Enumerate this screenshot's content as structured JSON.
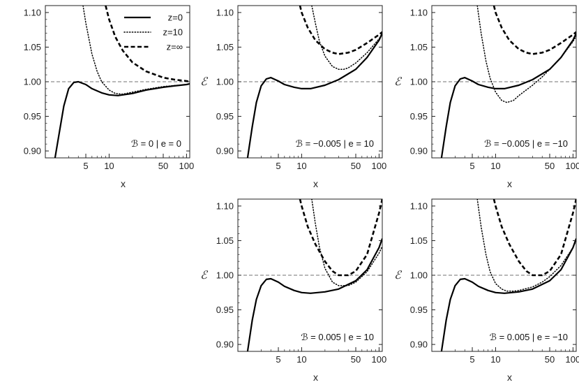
{
  "legend": [
    {
      "label": "z=0",
      "style": "solid"
    },
    {
      "label": "z=10",
      "style": "dotted"
    },
    {
      "label": "z=∞",
      "style": "dashed"
    }
  ],
  "axes": {
    "xlabel": "x",
    "ylabel": "ℰ",
    "x_scale": "log",
    "xlim": [
      1.5,
      110
    ],
    "ylim": [
      0.89,
      1.11
    ],
    "xticks": [
      5,
      10,
      50,
      100
    ],
    "yticks": [
      0.9,
      0.95,
      1.0,
      1.05,
      1.1
    ],
    "ytick_labels": [
      "0.90",
      "0.95",
      "1.00",
      "1.05",
      "1.10"
    ],
    "reference_line": 1.0
  },
  "chart_data": [
    {
      "type": "line",
      "label": "ℬ = 0 | e = 0",
      "series": [
        {
          "name": "z=0",
          "style": "solid",
          "x": [
            2.0,
            2.3,
            2.6,
            3.0,
            3.5,
            4.0,
            5.0,
            6.0,
            8.0,
            10.0,
            13.0,
            20.0,
            30.0,
            50.0,
            70.0,
            100.0,
            110.0
          ],
          "y": [
            0.89,
            0.93,
            0.965,
            0.99,
            0.999,
            1.0,
            0.996,
            0.99,
            0.984,
            0.981,
            0.98,
            0.983,
            0.988,
            0.992,
            0.994,
            0.996,
            0.997
          ]
        },
        {
          "name": "z=10",
          "style": "dotted",
          "x": [
            4.6,
            5.0,
            6.0,
            7.0,
            8.0,
            10.0,
            12.0,
            15.0,
            20.0,
            30.0,
            50.0,
            100.0,
            110.0
          ],
          "y": [
            1.11,
            1.085,
            1.04,
            1.015,
            1.0,
            0.988,
            0.983,
            0.982,
            0.985,
            0.989,
            0.993,
            0.996,
            0.997
          ]
        },
        {
          "name": "z=∞",
          "style": "dashed",
          "x": [
            9.0,
            10.0,
            12.0,
            15.0,
            20.0,
            30.0,
            50.0,
            70.0,
            100.0,
            110.0
          ],
          "y": [
            1.11,
            1.09,
            1.065,
            1.045,
            1.028,
            1.015,
            1.006,
            1.003,
            1.001,
            1.0
          ]
        }
      ]
    },
    {
      "type": "line",
      "label": "ℬ = −0.005 | e = 10",
      "series": [
        {
          "name": "z=0",
          "style": "solid",
          "x": [
            2.0,
            2.3,
            2.6,
            3.0,
            3.5,
            4.0,
            5.0,
            6.0,
            8.0,
            10.0,
            13.0,
            20.0,
            30.0,
            50.0,
            70.0,
            100.0,
            110.0
          ],
          "y": [
            0.89,
            0.935,
            0.97,
            0.994,
            1.004,
            1.006,
            1.001,
            0.996,
            0.992,
            0.99,
            0.99,
            0.995,
            1.003,
            1.018,
            1.035,
            1.06,
            1.07
          ]
        },
        {
          "name": "z=10",
          "style": "dotted",
          "x": [
            13.5,
            15.0,
            17.0,
            20.0,
            25.0,
            30.0,
            35.0,
            40.0,
            50.0,
            70.0,
            100.0,
            110.0
          ],
          "y": [
            1.11,
            1.085,
            1.058,
            1.037,
            1.022,
            1.018,
            1.018,
            1.02,
            1.027,
            1.042,
            1.062,
            1.07
          ]
        },
        {
          "name": "z=∞",
          "style": "dashed",
          "x": [
            9.5,
            10.0,
            12.0,
            15.0,
            20.0,
            25.0,
            30.0,
            40.0,
            50.0,
            70.0,
            100.0,
            110.0
          ],
          "y": [
            1.11,
            1.1,
            1.078,
            1.06,
            1.047,
            1.042,
            1.04,
            1.042,
            1.046,
            1.056,
            1.068,
            1.072
          ]
        }
      ]
    },
    {
      "type": "line",
      "label": "ℬ = −0.005 | e = −10",
      "series": [
        {
          "name": "z=0",
          "style": "solid",
          "x": [
            2.0,
            2.3,
            2.6,
            3.0,
            3.5,
            4.0,
            5.0,
            6.0,
            8.0,
            10.0,
            13.0,
            20.0,
            30.0,
            50.0,
            70.0,
            100.0,
            110.0
          ],
          "y": [
            0.89,
            0.935,
            0.97,
            0.994,
            1.004,
            1.006,
            1.001,
            0.996,
            0.992,
            0.99,
            0.99,
            0.995,
            1.003,
            1.018,
            1.035,
            1.06,
            1.07
          ]
        },
        {
          "name": "z=10",
          "style": "dotted",
          "x": [
            5.8,
            6.5,
            7.5,
            8.5,
            10.0,
            12.0,
            14.0,
            17.0,
            20.0,
            30.0,
            40.0,
            50.0,
            70.0,
            100.0,
            110.0
          ],
          "y": [
            1.11,
            1.07,
            1.03,
            1.005,
            0.985,
            0.973,
            0.97,
            0.973,
            0.98,
            0.995,
            1.007,
            1.018,
            1.035,
            1.058,
            1.066
          ]
        },
        {
          "name": "z=∞",
          "style": "dashed",
          "x": [
            9.5,
            10.0,
            12.0,
            15.0,
            20.0,
            25.0,
            30.0,
            40.0,
            50.0,
            70.0,
            100.0,
            110.0
          ],
          "y": [
            1.11,
            1.1,
            1.078,
            1.06,
            1.047,
            1.042,
            1.04,
            1.042,
            1.046,
            1.056,
            1.068,
            1.072
          ]
        }
      ]
    },
    {
      "type": "line",
      "label": "ℬ = 0.005 | e = 10",
      "series": [
        {
          "name": "z=0",
          "style": "solid",
          "x": [
            2.0,
            2.3,
            2.6,
            3.0,
            3.5,
            4.0,
            5.0,
            6.0,
            8.0,
            10.0,
            13.0,
            20.0,
            30.0,
            50.0,
            70.0,
            100.0,
            110.0
          ],
          "y": [
            0.89,
            0.935,
            0.965,
            0.985,
            0.994,
            0.995,
            0.99,
            0.984,
            0.978,
            0.975,
            0.974,
            0.976,
            0.98,
            0.992,
            1.008,
            1.04,
            1.053
          ]
        },
        {
          "name": "z=10",
          "style": "dotted",
          "x": [
            13.5,
            15.0,
            17.0,
            20.0,
            25.0,
            30.0,
            40.0,
            50.0,
            70.0,
            100.0,
            110.0
          ],
          "y": [
            1.11,
            1.075,
            1.04,
            1.01,
            0.99,
            0.985,
            0.985,
            0.99,
            1.005,
            1.032,
            1.042
          ]
        },
        {
          "name": "z=∞",
          "style": "dashed",
          "x": [
            9.5,
            10.0,
            12.0,
            15.0,
            20.0,
            25.0,
            30.0,
            40.0,
            50.0,
            70.0,
            100.0,
            110.0
          ],
          "y": [
            1.11,
            1.1,
            1.07,
            1.045,
            1.02,
            1.006,
            1.0,
            1.0,
            1.006,
            1.03,
            1.09,
            1.11
          ]
        }
      ]
    },
    {
      "type": "line",
      "label": "ℬ = 0.005 | e = −10",
      "series": [
        {
          "name": "z=0",
          "style": "solid",
          "x": [
            2.0,
            2.3,
            2.6,
            3.0,
            3.5,
            4.0,
            5.0,
            6.0,
            8.0,
            10.0,
            13.0,
            20.0,
            30.0,
            50.0,
            70.0,
            100.0,
            110.0
          ],
          "y": [
            0.89,
            0.935,
            0.965,
            0.985,
            0.994,
            0.995,
            0.99,
            0.984,
            0.978,
            0.975,
            0.974,
            0.976,
            0.98,
            0.992,
            1.008,
            1.04,
            1.053
          ]
        },
        {
          "name": "z=10",
          "style": "dotted",
          "x": [
            5.8,
            6.5,
            7.5,
            8.5,
            10.0,
            12.0,
            14.0,
            17.0,
            20.0,
            30.0,
            40.0,
            50.0,
            70.0,
            100.0,
            110.0
          ],
          "y": [
            1.11,
            1.07,
            1.03,
            1.005,
            0.988,
            0.98,
            0.977,
            0.977,
            0.978,
            0.983,
            0.99,
            0.998,
            1.014,
            1.04,
            1.05
          ]
        },
        {
          "name": "z=∞",
          "style": "dashed",
          "x": [
            9.5,
            10.0,
            12.0,
            15.0,
            20.0,
            25.0,
            30.0,
            40.0,
            50.0,
            70.0,
            100.0,
            110.0
          ],
          "y": [
            1.11,
            1.1,
            1.07,
            1.045,
            1.02,
            1.006,
            1.0,
            1.0,
            1.006,
            1.03,
            1.09,
            1.11
          ]
        }
      ]
    }
  ]
}
